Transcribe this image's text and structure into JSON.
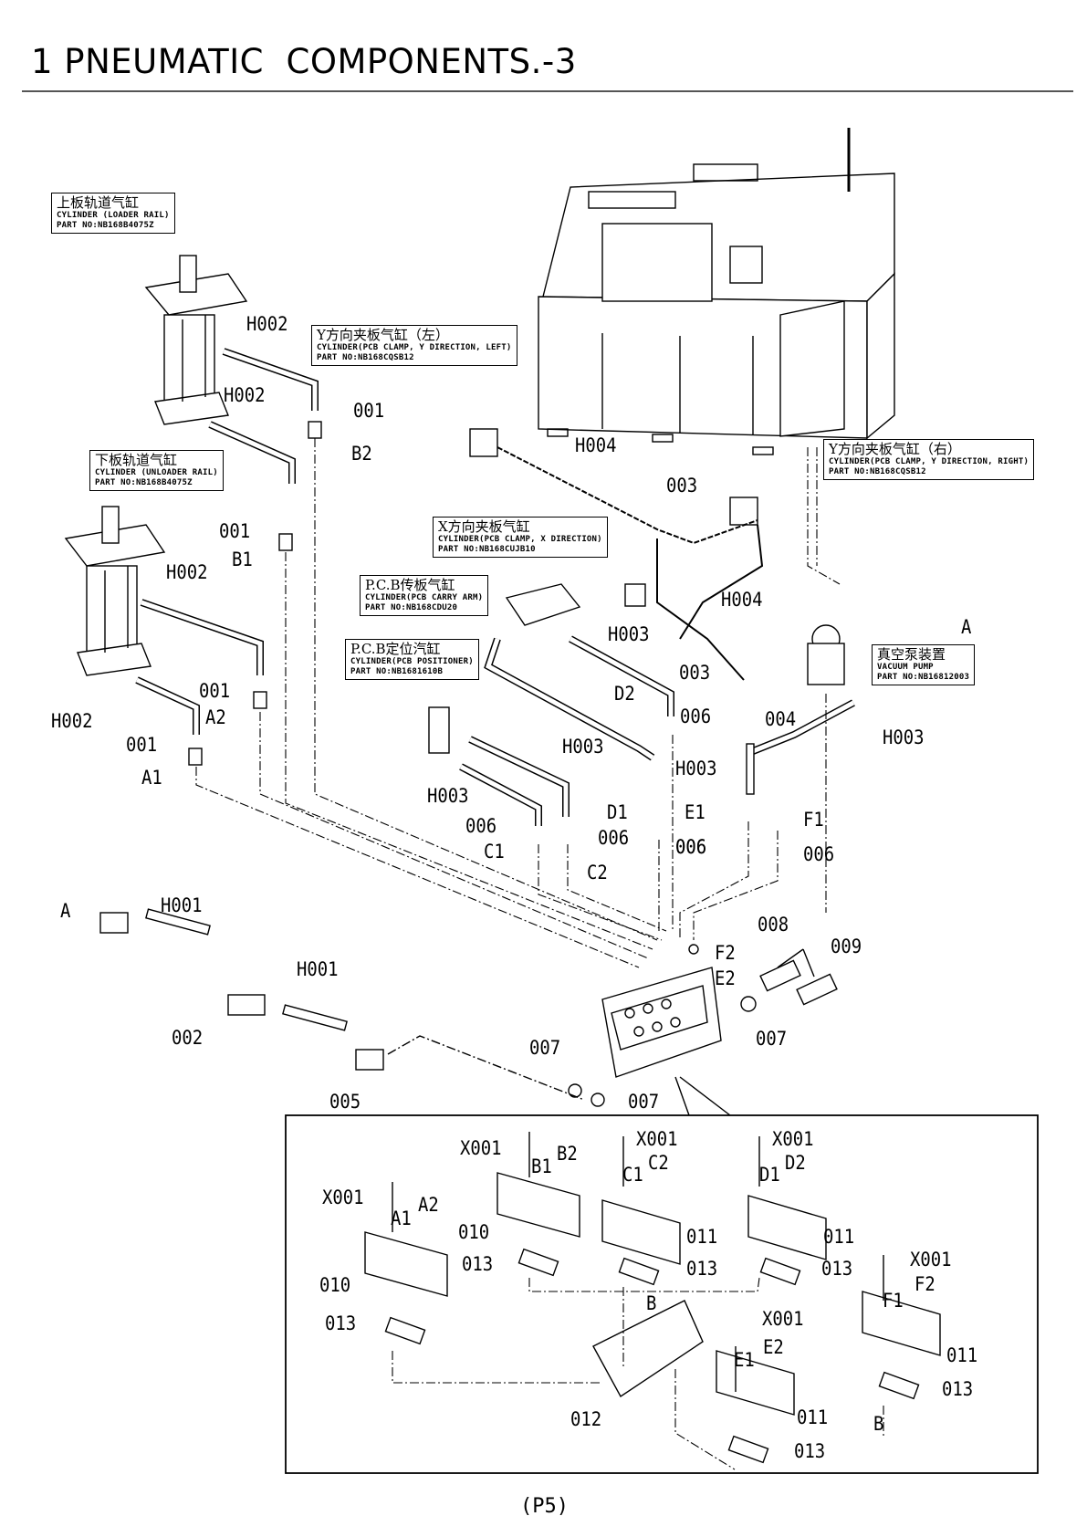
{
  "page": {
    "title": "1 PNEUMATIC  COMPONENTS.-3",
    "page_number": "(P5)"
  },
  "callouts": [
    {
      "id": "loader-rail",
      "cn": "上板轨道气缸",
      "en": "CYLINDER (LOADER RAIL)",
      "part": "PART NO:NB168B4075Z"
    },
    {
      "id": "unloader-rail",
      "cn": "下板轨道气缸",
      "en": "CYLINDER (UNLOADER RAIL)",
      "part": "PART NO:NB168B4075Z"
    },
    {
      "id": "clamp-y-left",
      "cn": "Y方向夹板气缸（左）",
      "en": "CYLINDER(PCB CLAMP, Y DIRECTION, LEFT)",
      "part": "PART NO:NB168CQSB12"
    },
    {
      "id": "clamp-y-right",
      "cn": "Y方向夹板气缸（右）",
      "en": "CYLINDER(PCB CLAMP, Y DIRECTION, RIGHT)",
      "part": "PART NO:NB168CQSB12"
    },
    {
      "id": "clamp-x",
      "cn": "X方向夹板气缸",
      "en": "CYLINDER(PCB CLAMP, X DIRECTION)",
      "part": "PART NO:NB168CUJB10"
    },
    {
      "id": "carry-arm",
      "cn": "P.C.B传板气缸",
      "en": "CYLINDER(PCB CARRY ARM)",
      "part": "PART NO:NB168CDU20"
    },
    {
      "id": "positioner",
      "cn": "P.C.B定位汽缸",
      "en": "CYLINDER(PCB POSITIONER)",
      "part": "PART NO:NB1681610B"
    },
    {
      "id": "vacuum-pump",
      "cn": "真空泵装置",
      "en": "VACUUM PUMP",
      "part": "PART NO:NB16812003"
    }
  ],
  "labels": [
    {
      "t": "H002"
    },
    {
      "t": "H002"
    },
    {
      "t": "001"
    },
    {
      "t": "B2"
    },
    {
      "t": "001"
    },
    {
      "t": "B1"
    },
    {
      "t": "H002"
    },
    {
      "t": "001"
    },
    {
      "t": "A2"
    },
    {
      "t": "H002"
    },
    {
      "t": "001"
    },
    {
      "t": "A1"
    },
    {
      "t": "H004"
    },
    {
      "t": "003"
    },
    {
      "t": "H004"
    },
    {
      "t": "003"
    },
    {
      "t": "A"
    },
    {
      "t": "H003"
    },
    {
      "t": "D2"
    },
    {
      "t": "006"
    },
    {
      "t": "004"
    },
    {
      "t": "H003"
    },
    {
      "t": "H003"
    },
    {
      "t": "H003"
    },
    {
      "t": "H003"
    },
    {
      "t": "006"
    },
    {
      "t": "C1"
    },
    {
      "t": "C2"
    },
    {
      "t": "006"
    },
    {
      "t": "D1"
    },
    {
      "t": "006"
    },
    {
      "t": "E1"
    },
    {
      "t": "006"
    },
    {
      "t": "F1"
    },
    {
      "t": "006"
    },
    {
      "t": "A"
    },
    {
      "t": "H001"
    },
    {
      "t": "H001"
    },
    {
      "t": "002"
    },
    {
      "t": "005"
    },
    {
      "t": "008"
    },
    {
      "t": "F2"
    },
    {
      "t": "E2"
    },
    {
      "t": "009"
    },
    {
      "t": "007"
    },
    {
      "t": "007"
    },
    {
      "t": "007"
    },
    {
      "t": "X001"
    },
    {
      "t": "B1"
    },
    {
      "t": "B2"
    },
    {
      "t": "010"
    },
    {
      "t": "013"
    },
    {
      "t": "X001"
    },
    {
      "t": "C1"
    },
    {
      "t": "C2"
    },
    {
      "t": "011"
    },
    {
      "t": "013"
    },
    {
      "t": "X001"
    },
    {
      "t": "D1"
    },
    {
      "t": "D2"
    },
    {
      "t": "011"
    },
    {
      "t": "013"
    },
    {
      "t": "X001"
    },
    {
      "t": "A1"
    },
    {
      "t": "A2"
    },
    {
      "t": "010"
    },
    {
      "t": "013"
    },
    {
      "t": "X001"
    },
    {
      "t": "F1"
    },
    {
      "t": "F2"
    },
    {
      "t": "011"
    },
    {
      "t": "013"
    },
    {
      "t": "B"
    },
    {
      "t": "B"
    },
    {
      "t": "012"
    },
    {
      "t": "X001"
    },
    {
      "t": "E1"
    },
    {
      "t": "E2"
    },
    {
      "t": "011"
    },
    {
      "t": "013"
    }
  ]
}
